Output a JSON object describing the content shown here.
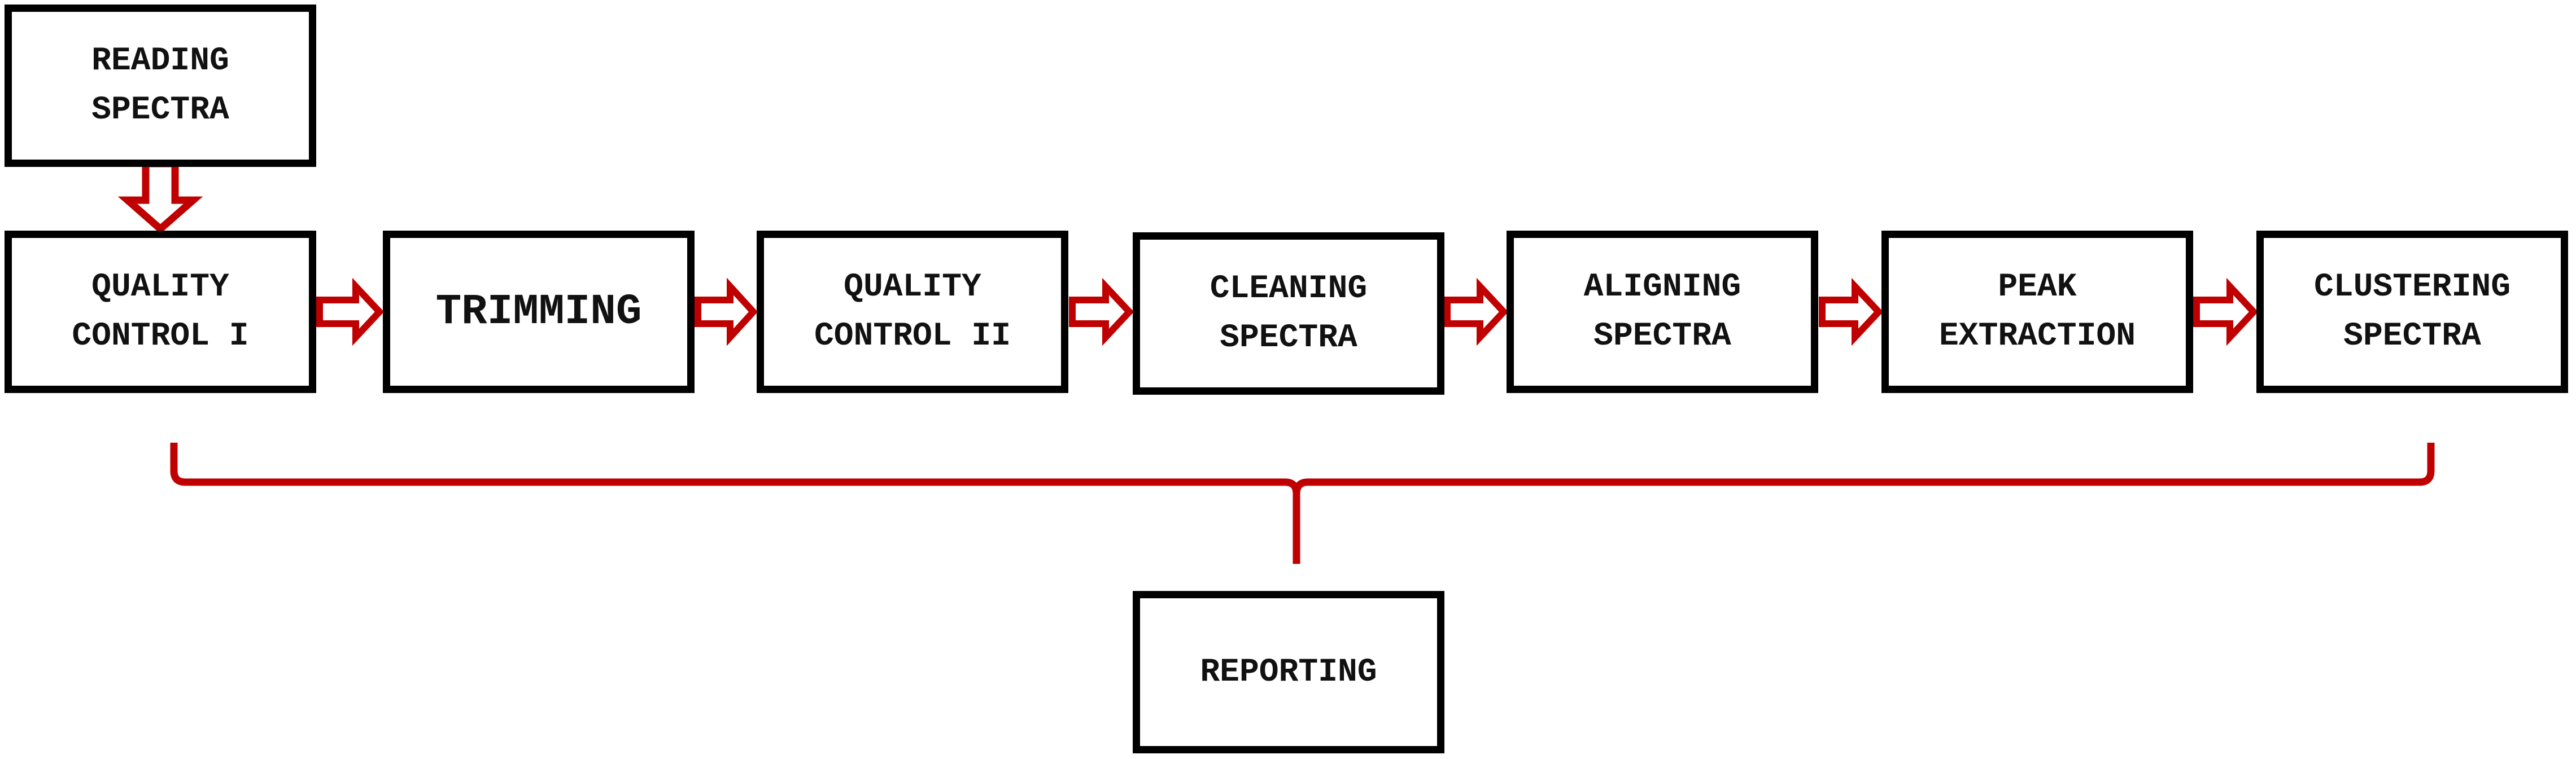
{
  "colors": {
    "box_border": "#000000",
    "arrow": "#c00000",
    "text": "#111111"
  },
  "nodes": {
    "reading_spectra": "READING\nSPECTRA",
    "quality_control_1": "QUALITY\nCONTROL I",
    "trimming": "TRIMMING",
    "quality_control_2": "QUALITY\nCONTROL II",
    "cleaning_spectra": "CLEANING\nSPECTRA",
    "aligning_spectra": "ALIGNING\nSPECTRA",
    "peak_extraction": "PEAK\nEXTRACTION",
    "clustering_spectra": "CLUSTERING\nSPECTRA",
    "reporting": "REPORTING"
  },
  "edges": [
    {
      "from": "reading_spectra",
      "to": "quality_control_1"
    },
    {
      "from": "quality_control_1",
      "to": "trimming"
    },
    {
      "from": "trimming",
      "to": "quality_control_2"
    },
    {
      "from": "quality_control_2",
      "to": "cleaning_spectra"
    },
    {
      "from": "cleaning_spectra",
      "to": "aligning_spectra"
    },
    {
      "from": "aligning_spectra",
      "to": "peak_extraction"
    },
    {
      "from": "peak_extraction",
      "to": "clustering_spectra"
    }
  ],
  "bracket": {
    "spans_from": "quality_control_1",
    "spans_to": "clustering_spectra",
    "feeds": "reporting"
  }
}
